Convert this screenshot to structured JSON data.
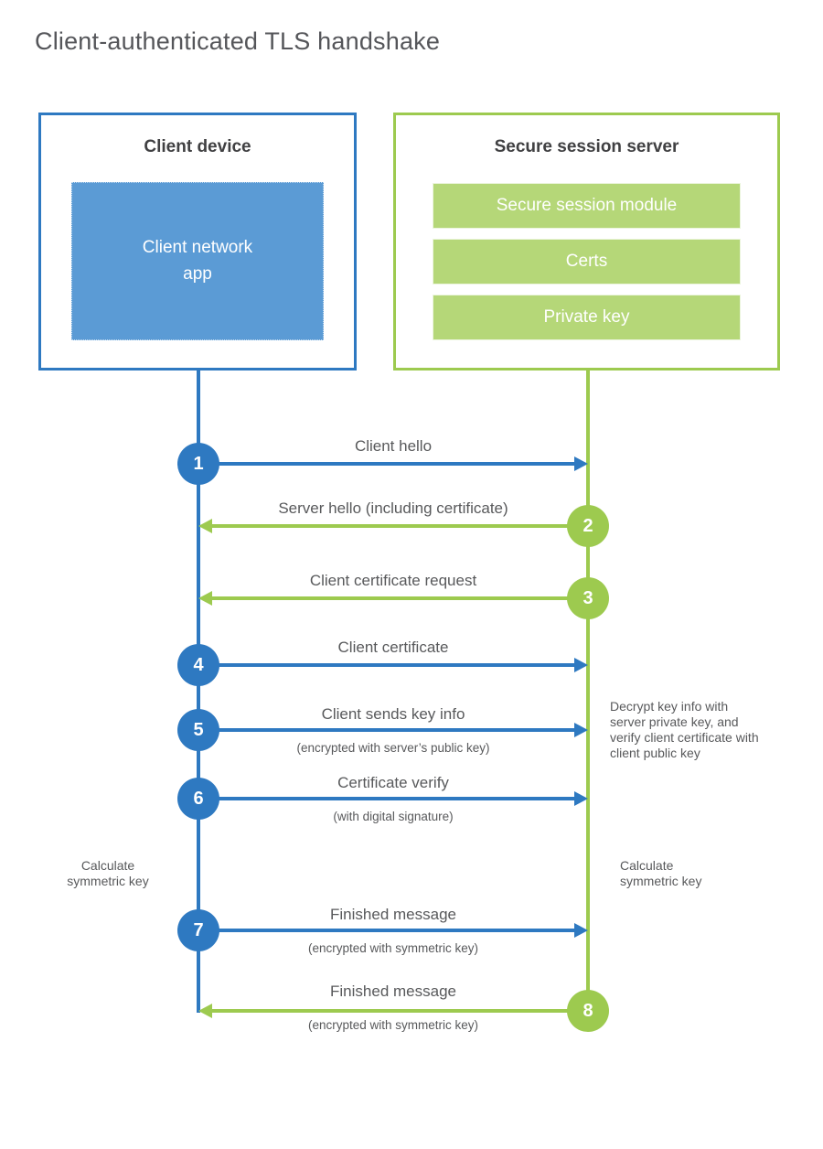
{
  "title": "Client-authenticated TLS handshake",
  "colors": {
    "blue": "#2e79c1",
    "blue_fill": "#5b9bd5",
    "green": "#9dca4f",
    "green_fill": "#b5d778",
    "text": "#58595b",
    "heading": "#404042",
    "title": "#55565a"
  },
  "client_box": {
    "heading": "Client device",
    "app": "Client network app"
  },
  "server_box": {
    "heading": "Secure session server",
    "modules": [
      "Secure session module",
      "Certs",
      "Private key"
    ]
  },
  "steps": [
    {
      "num": "1",
      "from": "client",
      "to": "server",
      "label": "Client hello"
    },
    {
      "num": "2",
      "from": "server",
      "to": "client",
      "label": "Server hello (including certificate)"
    },
    {
      "num": "3",
      "from": "server",
      "to": "client",
      "label": "Client certificate request"
    },
    {
      "num": "4",
      "from": "client",
      "to": "server",
      "label": "Client certificate"
    },
    {
      "num": "5",
      "from": "client",
      "to": "server",
      "label": "Client sends key info",
      "sublabel": "(encrypted with server’s public key)"
    },
    {
      "num": "6",
      "from": "client",
      "to": "server",
      "label": "Certificate verify",
      "sublabel": "(with digital signature)"
    },
    {
      "num": "7",
      "from": "client",
      "to": "server",
      "label": "Finished message",
      "sublabel": "(encrypted with symmetric key)"
    },
    {
      "num": "8",
      "from": "server",
      "to": "client",
      "label": "Finished message",
      "sublabel": "(encrypted with symmetric key)"
    }
  ],
  "notes": {
    "decrypt_note": "Decrypt key info with server private key, and verify client certificate with client public key",
    "calc_key_left": "Calculate symmetric key",
    "calc_key_right": "Calculate symmetric key"
  }
}
